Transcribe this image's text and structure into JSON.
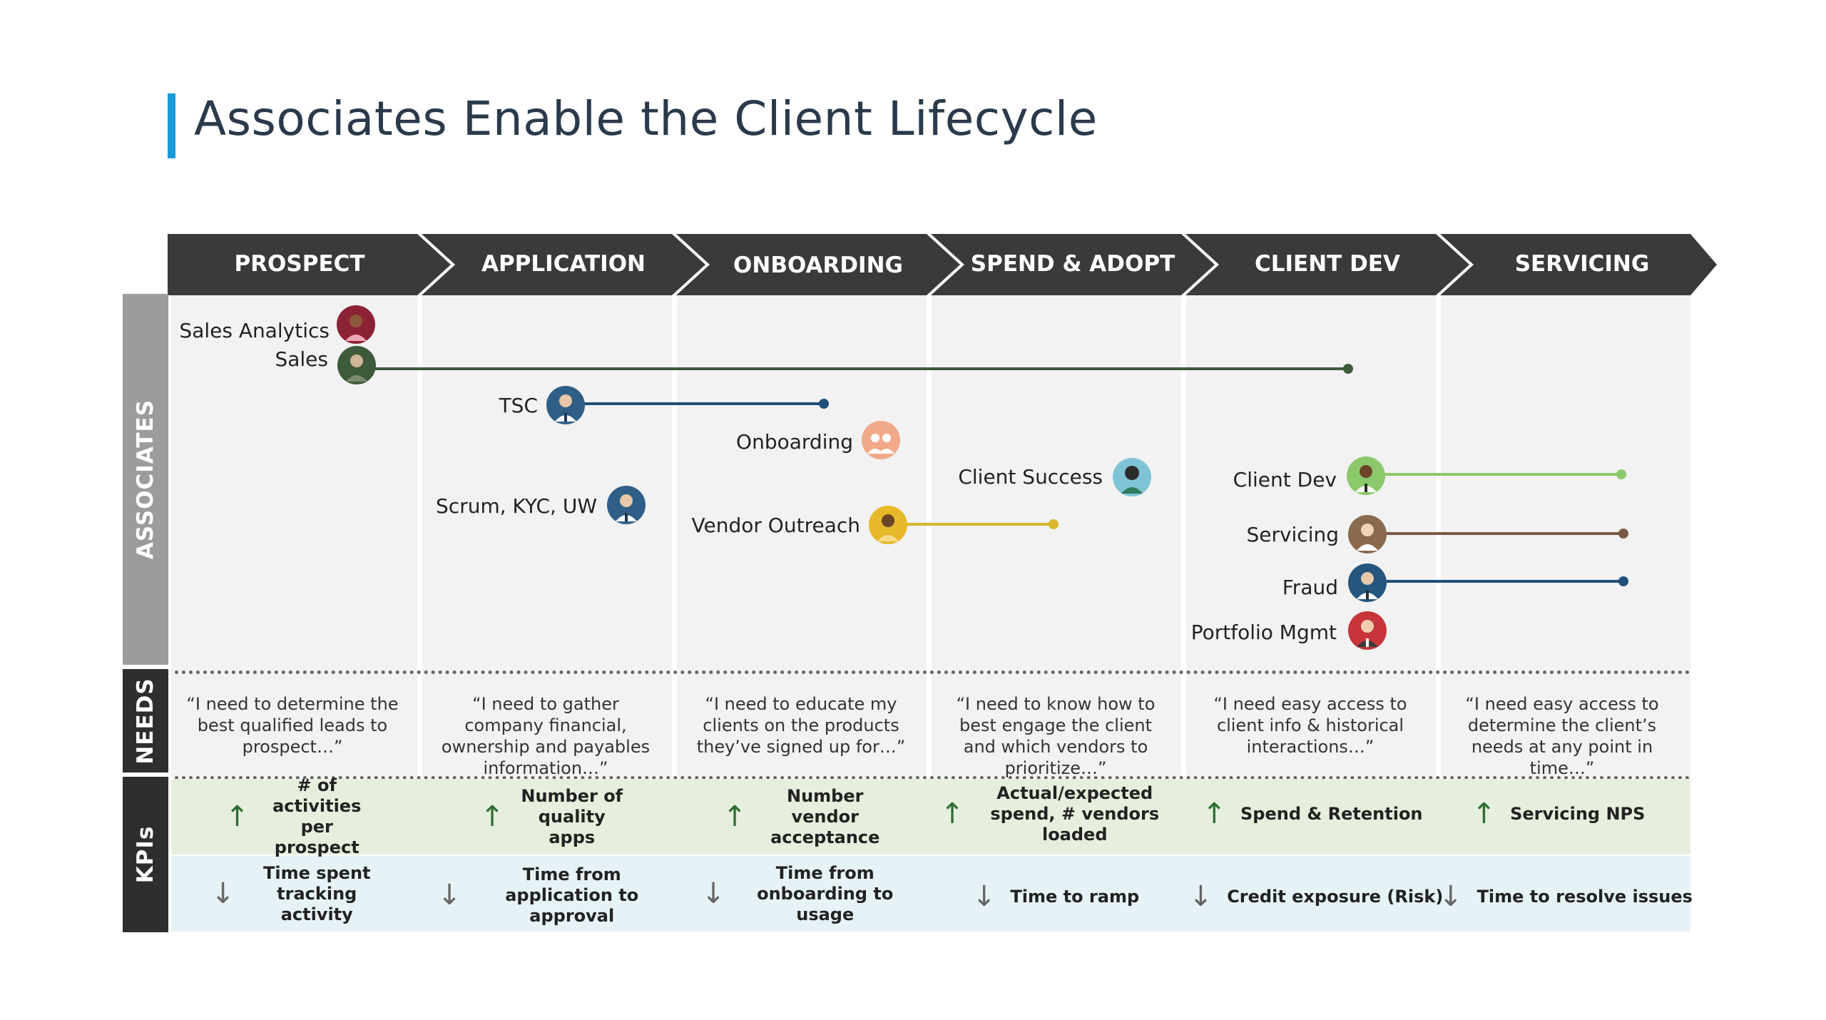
{
  "title": "Associates Enable the Client Lifecycle",
  "row_labels": {
    "associates": "ASSOCIATES",
    "needs": "NEEDS",
    "kpis": "KPIs"
  },
  "stages": [
    {
      "name": "PROSPECT",
      "need": "“I need to determine the best qualified leads to prospect…”",
      "kpi_up": "# of activities per prospect",
      "kpi_down": "Time spent tracking activity"
    },
    {
      "name": "APPLICATION",
      "need": "“I need to gather company financial, ownership and payables information…”",
      "kpi_up": "Number of quality apps",
      "kpi_down": "Time from application to approval"
    },
    {
      "name": "ONBOARDING",
      "need": "“I need to educate my clients on the products they’ve signed up for…”",
      "kpi_up": "Number vendor acceptance",
      "kpi_down": "Time from onboarding to usage"
    },
    {
      "name": "SPEND & ADOPT",
      "need": "“I need to know how to best engage the client and which vendors to prioritize…”",
      "kpi_up": "Actual/expected spend, # vendors loaded",
      "kpi_down": "Time to ramp"
    },
    {
      "name": "CLIENT DEV",
      "need": "“I need easy access to client info & historical interactions…”",
      "kpi_up": "Spend & Retention",
      "kpi_down": "Credit exposure (Risk)"
    },
    {
      "name": "SERVICING",
      "need": "“I need easy access to determine the client’s needs at any point in time…”",
      "kpi_up": "Servicing NPS",
      "kpi_down": "Time to resolve issues"
    }
  ],
  "associates": [
    {
      "label": "Sales Analytics",
      "color": "#8b2335",
      "line_color": null
    },
    {
      "label": "Sales",
      "color": "#3d5a3a",
      "line_color": "#3d5a3a"
    },
    {
      "label": "TSC",
      "color": "#2f5f87",
      "line_color": "#1f4f7a"
    },
    {
      "label": "Scrum, KYC, UW",
      "color": "#2f5f87",
      "line_color": null
    },
    {
      "label": "Onboarding",
      "color": "#f2a98a",
      "line_color": null
    },
    {
      "label": "Vendor Outreach",
      "color": "#e6b82a",
      "line_color": "#d9b62b"
    },
    {
      "label": "Client Success",
      "color": "#7fc4d6",
      "line_color": null
    },
    {
      "label": "Client Dev",
      "color": "#8cc96b",
      "line_color": "#8cc96b"
    },
    {
      "label": "Servicing",
      "color": "#8a6a4e",
      "line_color": "#7a5a44"
    },
    {
      "label": "Fraud",
      "color": "#24567e",
      "line_color": "#1f4f7a"
    },
    {
      "label": "Portfolio Mgmt",
      "color": "#c7343a",
      "line_color": null
    }
  ],
  "kpi_arrows": {
    "up": "↑",
    "down": "↓"
  },
  "colors": {
    "title_accent": "#1a9bd7",
    "header_bg": "#3a3a3a",
    "kpi_up_bg": "#e6efdd",
    "kpi_down_bg": "#e6f2f6"
  }
}
